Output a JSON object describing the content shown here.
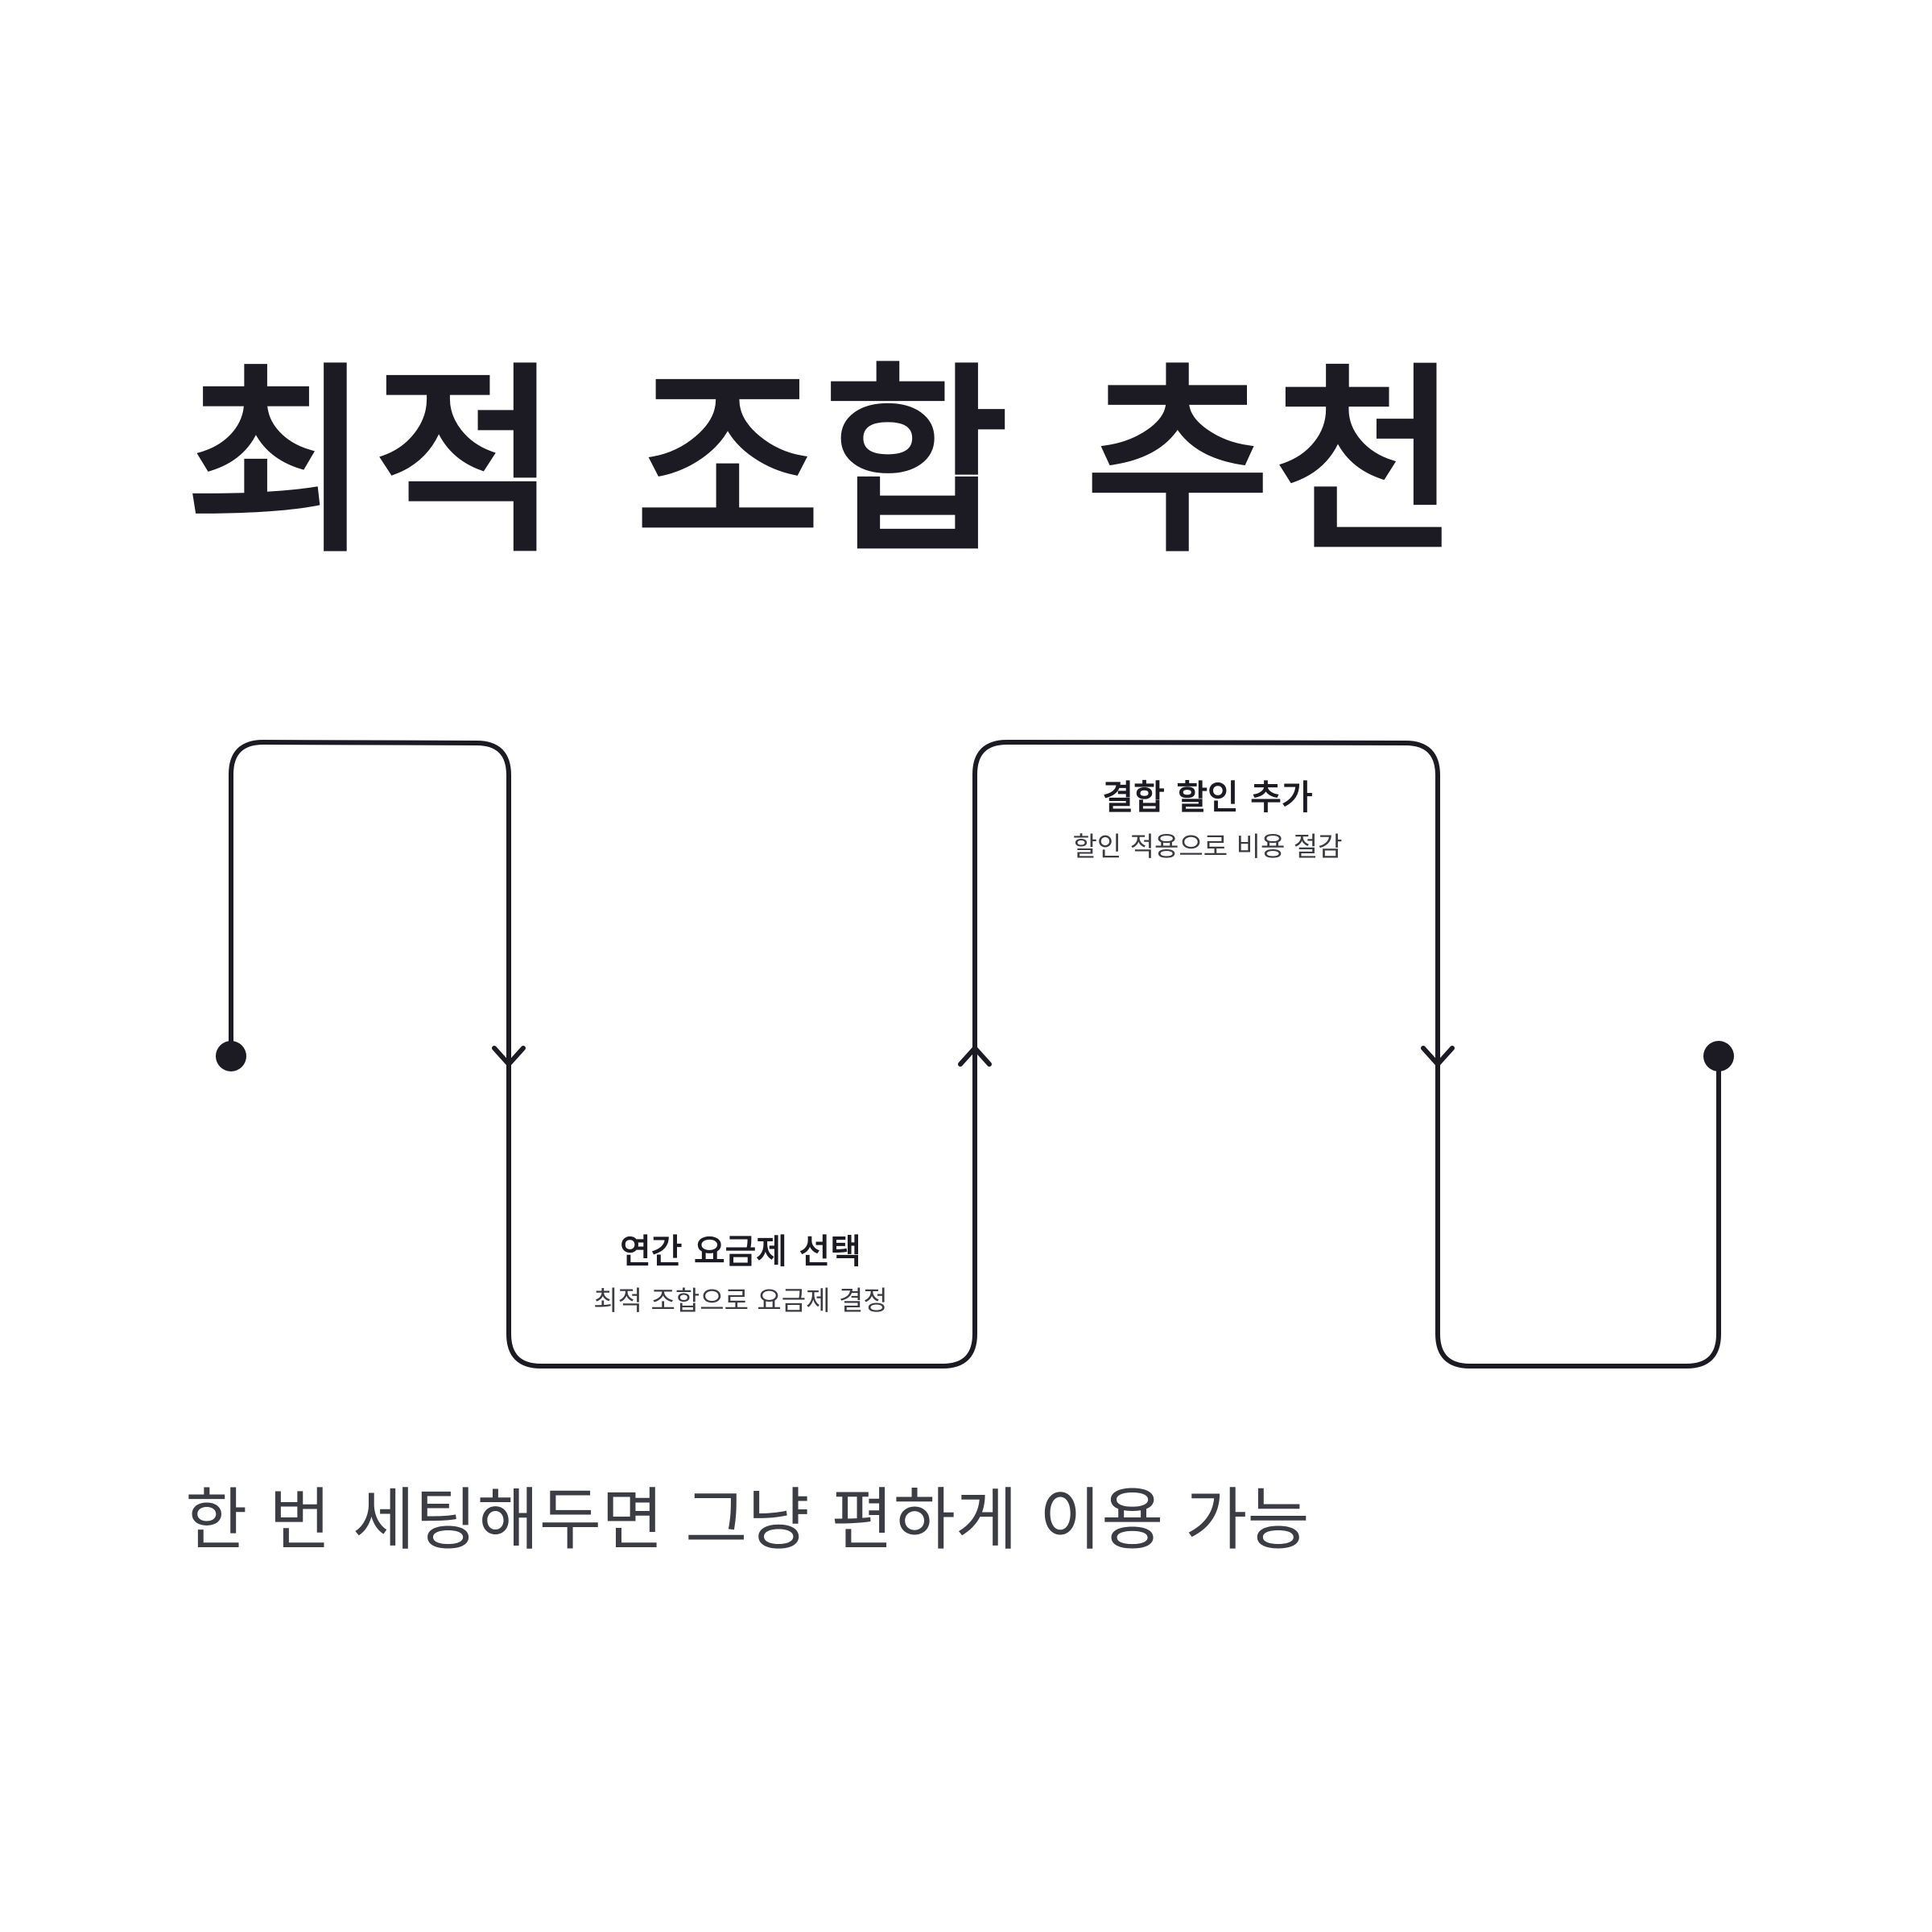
{
  "title": "최적 조합 추천",
  "steps": [
    {
      "title": "연간 요금제 선택",
      "subtitle": "최적 조합으로 요금제 결정"
    },
    {
      "title": "결합 할인 추가",
      "subtitle": "할인 적용으로 비용 절감"
    }
  ],
  "footer": "한 번 세팅해두면 그냥 편하게 이용 가능",
  "colors": {
    "ink": "#1c1b24",
    "body_text": "#3c3c44",
    "background": "#ffffff"
  }
}
